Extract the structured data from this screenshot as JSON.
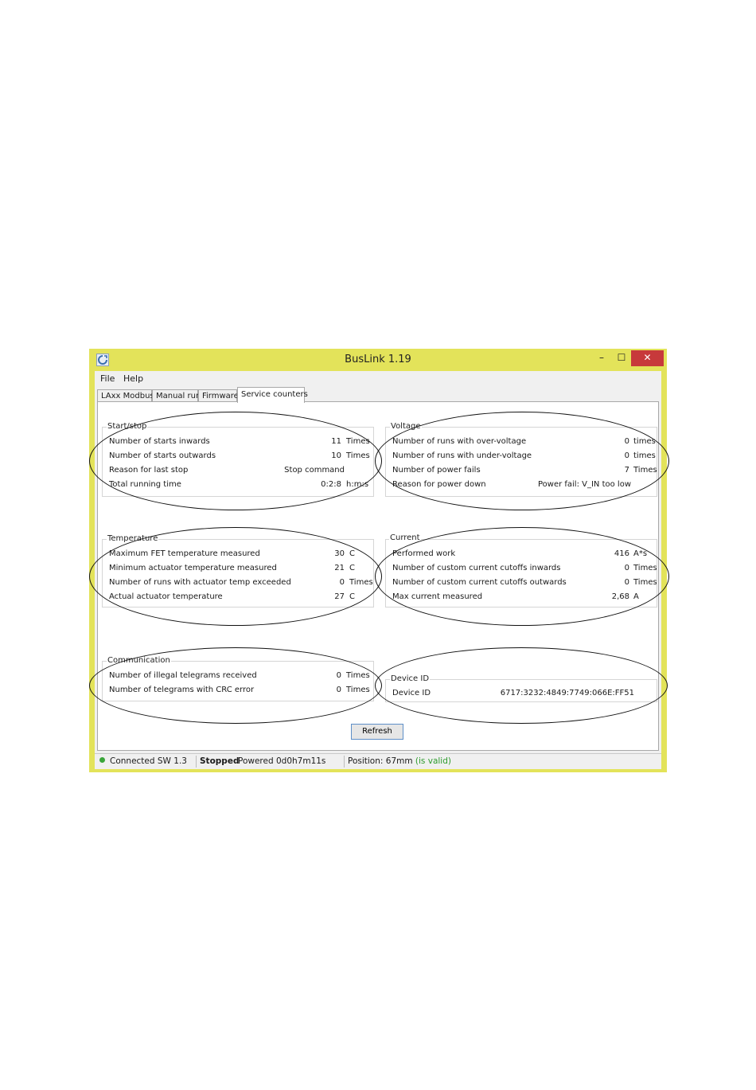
{
  "window": {
    "title": "BusLink 1.19",
    "minimize_glyph": "–",
    "maximize_glyph": "☐",
    "close_glyph": "✕"
  },
  "menu": [
    "File",
    "Help"
  ],
  "tabs": [
    "LAxx Modbus",
    "Manual run",
    "Firmware",
    "Service counters"
  ],
  "active_tab": "Service counters",
  "groups": {
    "start_stop": {
      "title": "Start/stop",
      "rows": [
        {
          "label": "Number of starts inwards",
          "value": "11",
          "unit": "Times"
        },
        {
          "label": "Number of starts outwards",
          "value": "10",
          "unit": "Times"
        },
        {
          "label": "Reason for last stop",
          "value": "Stop command",
          "unit": ""
        },
        {
          "label": "Total running time",
          "value": "0:2:8",
          "unit": "h:m:s"
        }
      ]
    },
    "voltage": {
      "title": "Voltage",
      "rows": [
        {
          "label": "Number of runs with over-voltage",
          "value": "0",
          "unit": "times"
        },
        {
          "label": "Number of runs with under-voltage",
          "value": "0",
          "unit": "times"
        },
        {
          "label": "Number of power fails",
          "value": "7",
          "unit": "Times"
        },
        {
          "label": "Reason for power down",
          "value": "Power fail: V_IN too low",
          "unit": ""
        }
      ]
    },
    "temperature": {
      "title": "Temperature",
      "rows": [
        {
          "label": "Maximum FET temperature measured",
          "value": "30",
          "unit": "C"
        },
        {
          "label": "Minimum actuator temperature measured",
          "value": "21",
          "unit": "C"
        },
        {
          "label": "Number of runs with actuator temp exceeded",
          "value": "0",
          "unit": "Times"
        },
        {
          "label": "Actual actuator temperature",
          "value": "27",
          "unit": "C"
        }
      ]
    },
    "current": {
      "title": "Current",
      "rows": [
        {
          "label": "Performed work",
          "value": "416",
          "unit": "A*s"
        },
        {
          "label": "Number of custom current cutoffs inwards",
          "value": "0",
          "unit": "Times"
        },
        {
          "label": "Number of custom current cutoffs outwards",
          "value": "0",
          "unit": "Times"
        },
        {
          "label": "Max current measured",
          "value": "2,68",
          "unit": "A"
        }
      ]
    },
    "communication": {
      "title": "Communication",
      "rows": [
        {
          "label": "Number of illegal telegrams received",
          "value": "0",
          "unit": "Times"
        },
        {
          "label": "Number of telegrams with CRC error",
          "value": "0",
          "unit": "Times"
        }
      ]
    },
    "device_id": {
      "title": "Device ID",
      "rows": [
        {
          "label": "Device ID",
          "value": "6717:3232:4849:7749:066E:FF51",
          "unit": ""
        }
      ]
    }
  },
  "buttons": {
    "refresh": "Refresh"
  },
  "status": {
    "connection": "Connected SW 1.3",
    "state": "Stopped",
    "powered": "Powered 0d0h7m11s",
    "position": "Position: 67mm",
    "validity": "(is valid)"
  },
  "colors": {
    "window_frame": "#e3e35a",
    "close_button": "#c7393b",
    "valid_text": "#2c9a2c",
    "annotation_ovals": "#111111"
  }
}
